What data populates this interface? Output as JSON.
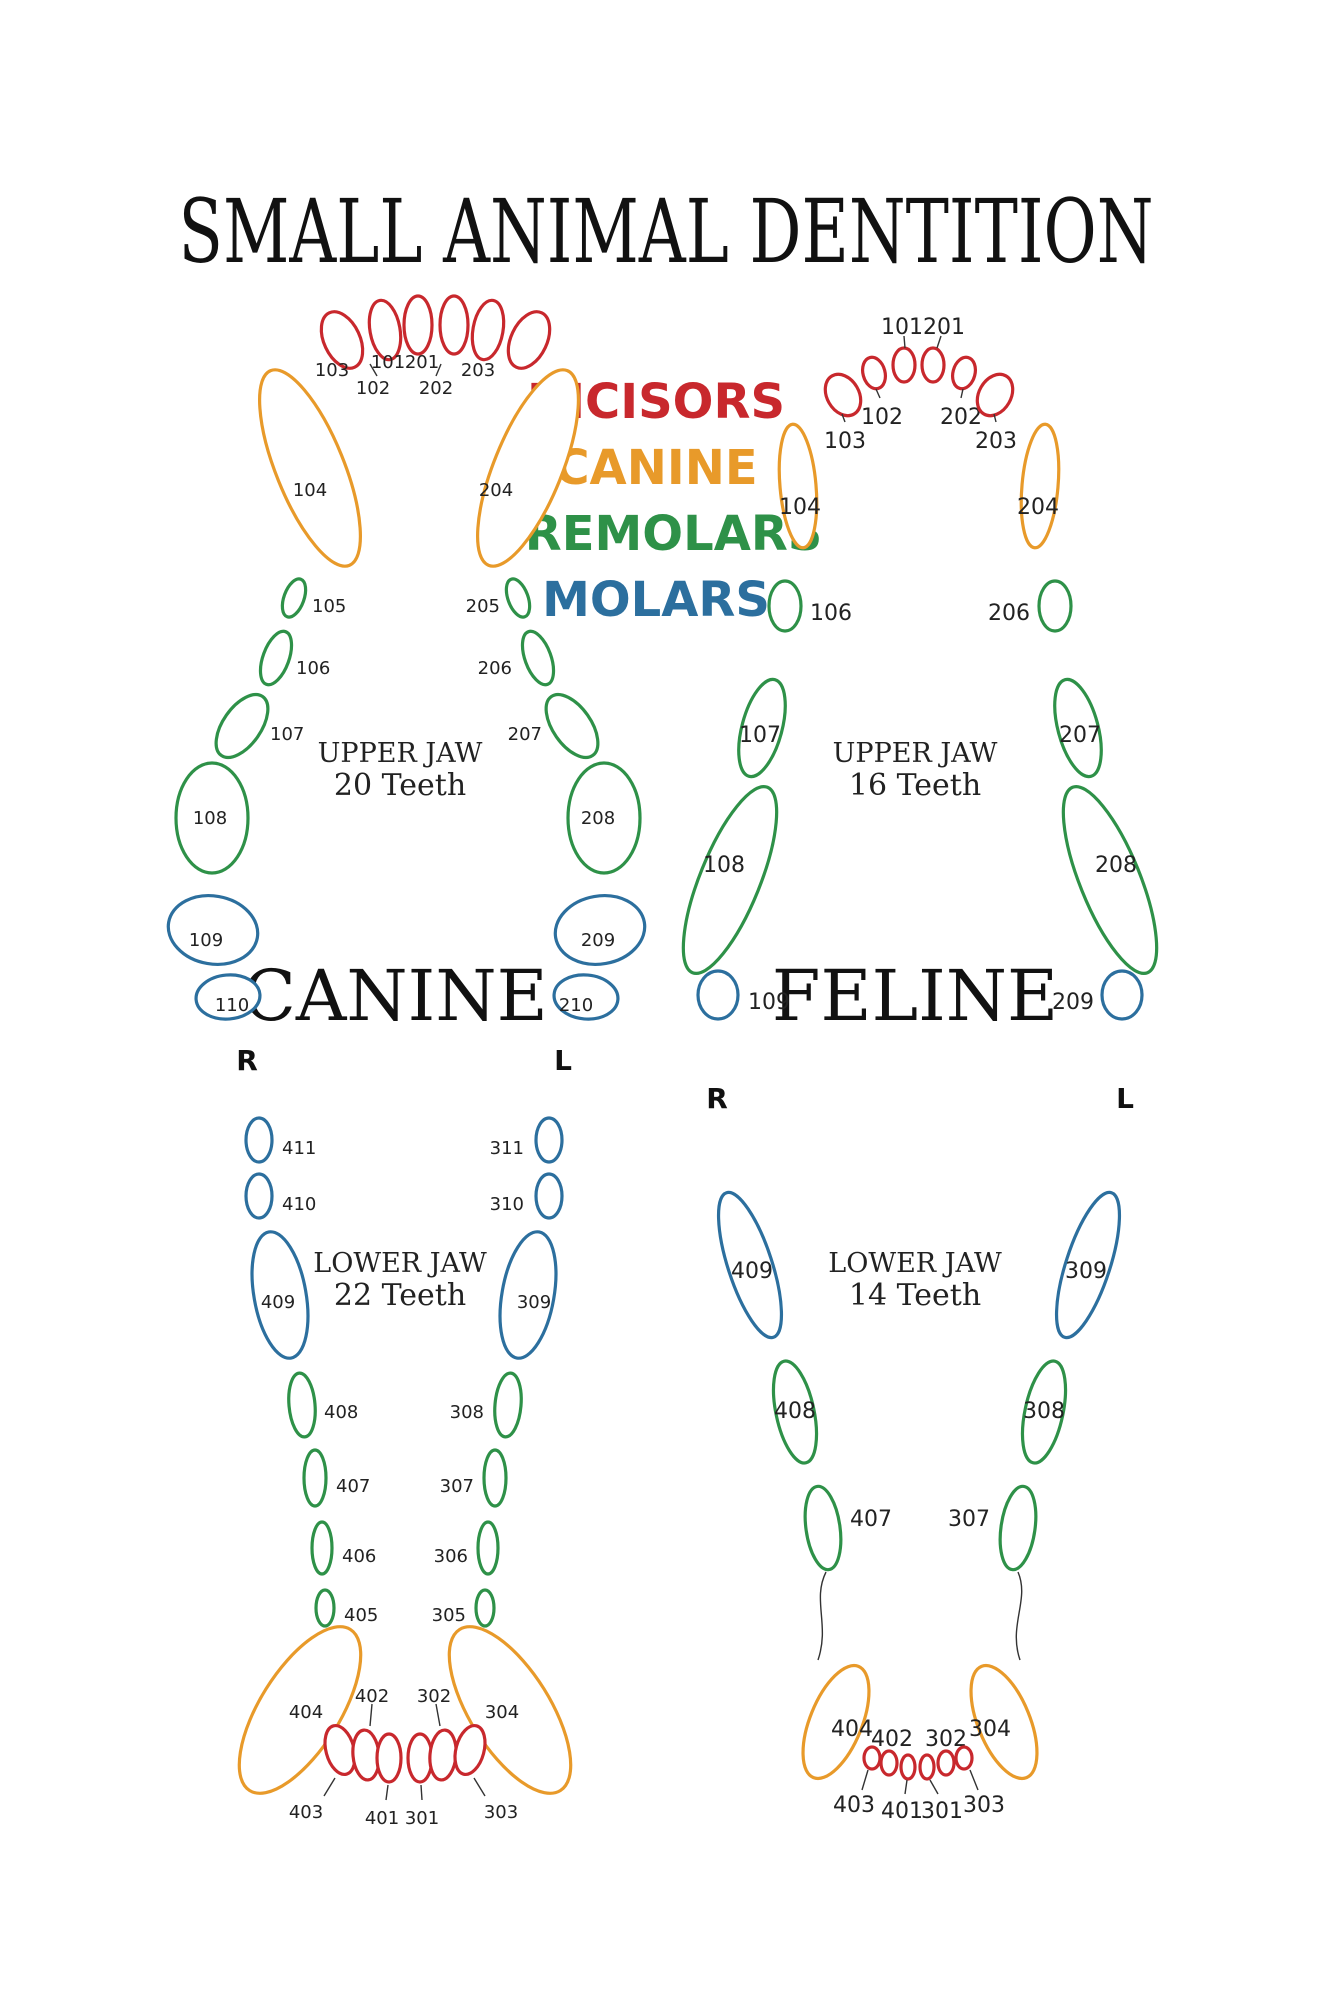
{
  "title": "SMALL ANIMAL DENTITION",
  "legend": [
    {
      "key": "incisor",
      "label": "INCISORS",
      "color": "#c8282d"
    },
    {
      "key": "canine",
      "label": "CANINE",
      "color": "#e89a2a"
    },
    {
      "key": "premolar",
      "label": "PREMOLARS",
      "color": "#2e9148"
    },
    {
      "key": "molar",
      "label": "MOLARS",
      "color": "#2c6f9e"
    }
  ],
  "canine": {
    "species_label": "CANINE",
    "upper": {
      "jaw_label": "UPPER JAW",
      "count_label": "20 Teeth"
    },
    "lower": {
      "jaw_label": "LOWER JAW",
      "count_label": "22 Teeth"
    },
    "side_right": "R",
    "side_left": "L"
  },
  "feline": {
    "species_label": "FELINE",
    "upper": {
      "jaw_label": "UPPER JAW",
      "count_label": "16 Teeth"
    },
    "lower": {
      "jaw_label": "LOWER JAW",
      "count_label": "14 Teeth"
    },
    "side_right": "R",
    "side_left": "L"
  },
  "teeth": {
    "canine_upper": [
      {
        "id": "103",
        "type": "incisor"
      },
      {
        "id": "102",
        "type": "incisor"
      },
      {
        "id": "101",
        "type": "incisor"
      },
      {
        "id": "201",
        "type": "incisor"
      },
      {
        "id": "202",
        "type": "incisor"
      },
      {
        "id": "203",
        "type": "incisor"
      },
      {
        "id": "104",
        "type": "canine"
      },
      {
        "id": "204",
        "type": "canine"
      },
      {
        "id": "105",
        "type": "premolar"
      },
      {
        "id": "106",
        "type": "premolar"
      },
      {
        "id": "107",
        "type": "premolar"
      },
      {
        "id": "108",
        "type": "premolar"
      },
      {
        "id": "205",
        "type": "premolar"
      },
      {
        "id": "206",
        "type": "premolar"
      },
      {
        "id": "207",
        "type": "premolar"
      },
      {
        "id": "208",
        "type": "premolar"
      },
      {
        "id": "109",
        "type": "molar"
      },
      {
        "id": "110",
        "type": "molar"
      },
      {
        "id": "209",
        "type": "molar"
      },
      {
        "id": "210",
        "type": "molar"
      }
    ],
    "canine_lower": [
      {
        "id": "411",
        "type": "molar"
      },
      {
        "id": "410",
        "type": "molar"
      },
      {
        "id": "409",
        "type": "molar"
      },
      {
        "id": "311",
        "type": "molar"
      },
      {
        "id": "310",
        "type": "molar"
      },
      {
        "id": "309",
        "type": "molar"
      },
      {
        "id": "408",
        "type": "premolar"
      },
      {
        "id": "407",
        "type": "premolar"
      },
      {
        "id": "406",
        "type": "premolar"
      },
      {
        "id": "405",
        "type": "premolar"
      },
      {
        "id": "308",
        "type": "premolar"
      },
      {
        "id": "307",
        "type": "premolar"
      },
      {
        "id": "306",
        "type": "premolar"
      },
      {
        "id": "305",
        "type": "premolar"
      },
      {
        "id": "404",
        "type": "canine"
      },
      {
        "id": "304",
        "type": "canine"
      },
      {
        "id": "403",
        "type": "incisor"
      },
      {
        "id": "402",
        "type": "incisor"
      },
      {
        "id": "401",
        "type": "incisor"
      },
      {
        "id": "301",
        "type": "incisor"
      },
      {
        "id": "302",
        "type": "incisor"
      },
      {
        "id": "303",
        "type": "incisor"
      }
    ],
    "feline_upper": [
      {
        "id": "103",
        "type": "incisor"
      },
      {
        "id": "102",
        "type": "incisor"
      },
      {
        "id": "101",
        "type": "incisor"
      },
      {
        "id": "201",
        "type": "incisor"
      },
      {
        "id": "202",
        "type": "incisor"
      },
      {
        "id": "203",
        "type": "incisor"
      },
      {
        "id": "104",
        "type": "canine"
      },
      {
        "id": "204",
        "type": "canine"
      },
      {
        "id": "106",
        "type": "premolar"
      },
      {
        "id": "107",
        "type": "premolar"
      },
      {
        "id": "108",
        "type": "premolar"
      },
      {
        "id": "206",
        "type": "premolar"
      },
      {
        "id": "207",
        "type": "premolar"
      },
      {
        "id": "208",
        "type": "premolar"
      },
      {
        "id": "109",
        "type": "molar"
      },
      {
        "id": "209",
        "type": "molar"
      }
    ],
    "feline_lower": [
      {
        "id": "409",
        "type": "molar"
      },
      {
        "id": "309",
        "type": "molar"
      },
      {
        "id": "408",
        "type": "premolar"
      },
      {
        "id": "407",
        "type": "premolar"
      },
      {
        "id": "308",
        "type": "premolar"
      },
      {
        "id": "307",
        "type": "premolar"
      },
      {
        "id": "404",
        "type": "canine"
      },
      {
        "id": "304",
        "type": "canine"
      },
      {
        "id": "403",
        "type": "incisor"
      },
      {
        "id": "402",
        "type": "incisor"
      },
      {
        "id": "401",
        "type": "incisor"
      },
      {
        "id": "301",
        "type": "incisor"
      },
      {
        "id": "302",
        "type": "incisor"
      },
      {
        "id": "303",
        "type": "incisor"
      }
    ]
  }
}
